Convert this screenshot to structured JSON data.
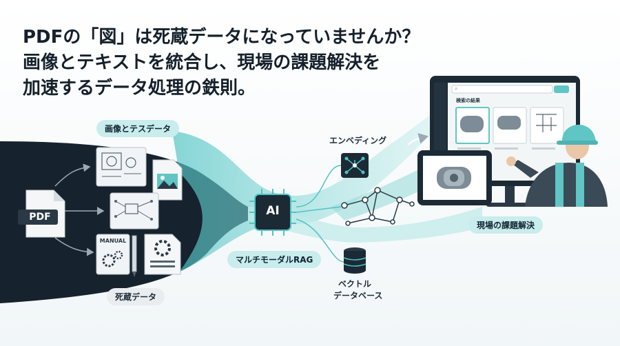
{
  "headline": {
    "line1": "PDFの「図」は死蔵データになっていませんか？",
    "line2": "画像とテキストを統合し、現場の課題解決を",
    "line3": "加速するデータ処理の鉄則。"
  },
  "labels": {
    "image_text_data": "画像とテスデータ",
    "dead_data": "死蔵データ",
    "pdf": "PDF",
    "manual": "MANUAL",
    "ai_chip": "AI",
    "multimodal_rag": "マルチモーダルRAG",
    "embedding": "エンベディング",
    "vector_db_line1": "ベクトル",
    "vector_db_line2": "データベース",
    "site_solution": "現場の課題解決",
    "search_results": "検索の結果"
  },
  "colors": {
    "navy": "#16222e",
    "teal": "#4fc4c4",
    "teal_light": "#c9ecec",
    "ink": "#15202b"
  },
  "icons": [
    "pdf-file-icon",
    "blueprint-icon",
    "image-file-icon",
    "circuit-diagram-icon",
    "manual-book-icon",
    "gear-document-icon",
    "pencil-icon",
    "ai-chip-icon",
    "embedding-network-icon",
    "knowledge-graph-icon",
    "database-icon",
    "search-icon",
    "worker-helmet-icon"
  ]
}
